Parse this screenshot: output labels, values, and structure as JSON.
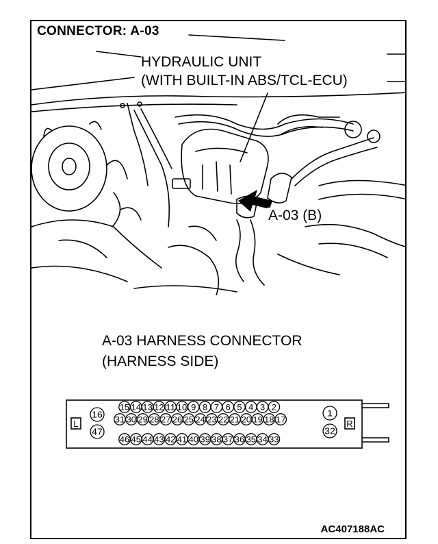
{
  "title": "CONNECTOR: A-03",
  "callout_hydraulic": {
    "line1": "HYDRAULIC UNIT",
    "line2": "(WITH BUILT-IN ABS/TCL-ECU)"
  },
  "callout_connector": "A-03 (B)",
  "harness": {
    "line1": "A-03 HARNESS CONNECTOR",
    "line2": "(HARNESS SIDE)",
    "left_label": "L",
    "right_label": "R",
    "top_row": [
      "15",
      "14",
      "13",
      "12",
      "11",
      "10",
      "9",
      "8",
      "7",
      "6",
      "5",
      "4",
      "3",
      "2"
    ],
    "middle_row": [
      "31",
      "30",
      "29",
      "28",
      "27",
      "26",
      "25",
      "24",
      "23",
      "22",
      "21",
      "20",
      "19",
      "18",
      "17"
    ],
    "bottom_row": [
      "46",
      "45",
      "44",
      "43",
      "42",
      "41",
      "40",
      "39",
      "38",
      "37",
      "36",
      "35",
      "34",
      "33"
    ],
    "left_pins": [
      "16",
      "47"
    ],
    "right_pins": [
      "1",
      "32"
    ]
  },
  "figure_code": "AC407188AC"
}
